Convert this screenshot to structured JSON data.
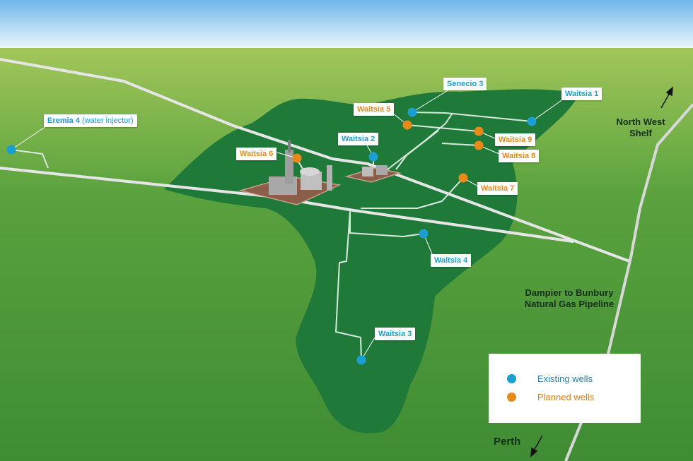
{
  "colors": {
    "existing": "#1a9fd0",
    "planned": "#e88a1a",
    "field": "#1f7a3a",
    "grass": "#4e9a3a",
    "sky": "#bfe3f7"
  },
  "wells": [
    {
      "name": "Senecio 3",
      "status": "existing"
    },
    {
      "name": "Waitsia 1",
      "status": "existing"
    },
    {
      "name": "Waitsia 5",
      "status": "planned"
    },
    {
      "name": "Eremia 4",
      "note": "(water injector)",
      "status": "existing"
    },
    {
      "name": "Waitsia 9",
      "status": "planned"
    },
    {
      "name": "Waitsia 2",
      "status": "existing"
    },
    {
      "name": "Waitsia 6",
      "status": "planned"
    },
    {
      "name": "Waitsia 8",
      "status": "planned"
    },
    {
      "name": "Waitsia 7",
      "status": "planned"
    },
    {
      "name": "Waitsia 4",
      "status": "existing"
    },
    {
      "name": "Waitsia 3",
      "status": "existing"
    }
  ],
  "places": {
    "north_west_shelf": "North West Shelf",
    "pipeline": "Dampier to Bunbury Natural Gas Pipeline",
    "perth": "Perth"
  },
  "legend": {
    "existing": "Existing wells",
    "planned": "Planned wells"
  }
}
